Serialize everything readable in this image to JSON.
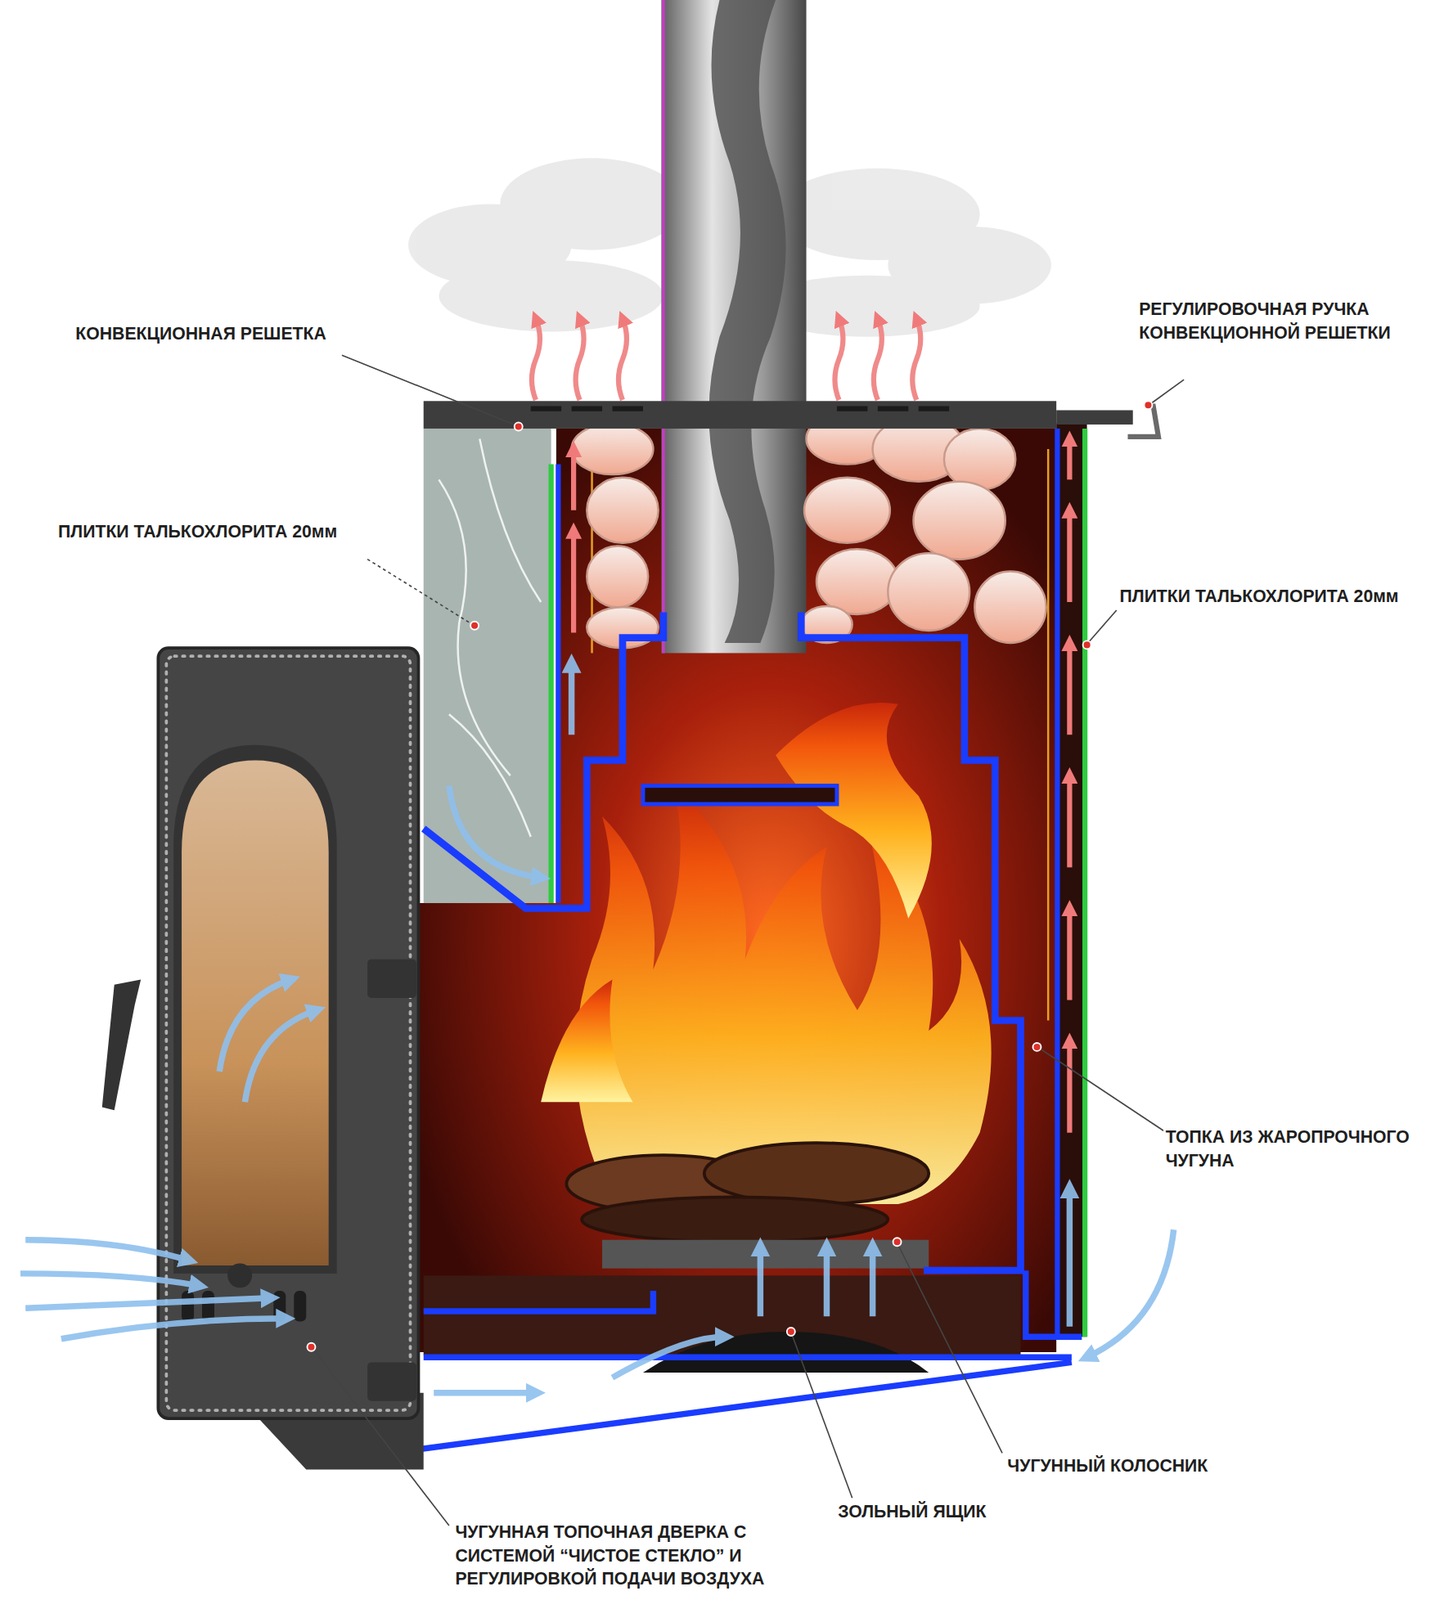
{
  "diagram": {
    "labels": [
      "КОНВЕКЦИОННАЯ РЕШЕТКА",
      "РЕГУЛИРОВОЧНАЯ РУЧКА КОНВЕКЦИОННОЙ РЕШЕТКИ",
      "ПЛИТКИ ТАЛЬКОХЛОРИТА 20мм",
      "ПЛИТКИ ТАЛЬКОХЛОРИТА 20мм",
      "ТОПКА ИЗ ЖАРОПРОЧНОГО ЧУГУНА",
      "ЧУГУННЫЙ КОЛОСНИК",
      "ЗОЛЬНЫЙ ЯЩИК",
      "ЧУГУННАЯ ТОПОЧНАЯ ДВЕРКА С СИСТЕМОЙ “ЧИСТОЕ СТЕКЛО” И РЕГУЛИРОВКОЙ ПОДАЧИ ВОЗДУХА"
    ]
  }
}
